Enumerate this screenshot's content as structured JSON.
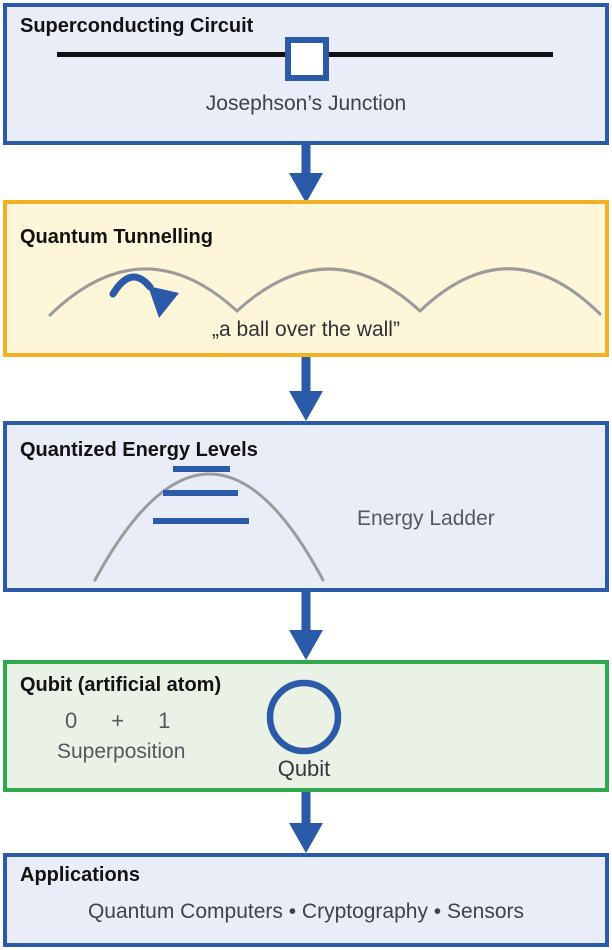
{
  "colors": {
    "blue": "#2a5aa8",
    "blue_bg": "#e8edf7",
    "yellow": "#f2b024",
    "yellow_bg": "#fdf6d9",
    "green": "#2fa94e",
    "green_bg": "#e9f2e4",
    "gray": "#9b9b9b",
    "black": "#111111"
  },
  "flow": {
    "boxes": [
      {
        "id": "superconducting-circuit",
        "title": "Superconducting Circuit",
        "caption": "Josephson’s Junction"
      },
      {
        "id": "quantum-tunnelling",
        "title": "Quantum Tunnelling",
        "caption": "„a ball over the wall”"
      },
      {
        "id": "quantized-energy-levels",
        "title": "Quantized Energy Levels",
        "label": "Energy Ladder"
      },
      {
        "id": "qubit",
        "title": "Qubit (artificial atom)",
        "state_zero": "0",
        "plus_sign": "+",
        "state_one": "1",
        "superposition_label": "Superposition",
        "circle_label": "Qubit"
      },
      {
        "id": "applications",
        "title": "Applications",
        "items": [
          "Quantum Computers",
          "Cryptography",
          "Sensors"
        ],
        "items_text": "Quantum Computers • Cryptography • Sensors"
      }
    ]
  }
}
